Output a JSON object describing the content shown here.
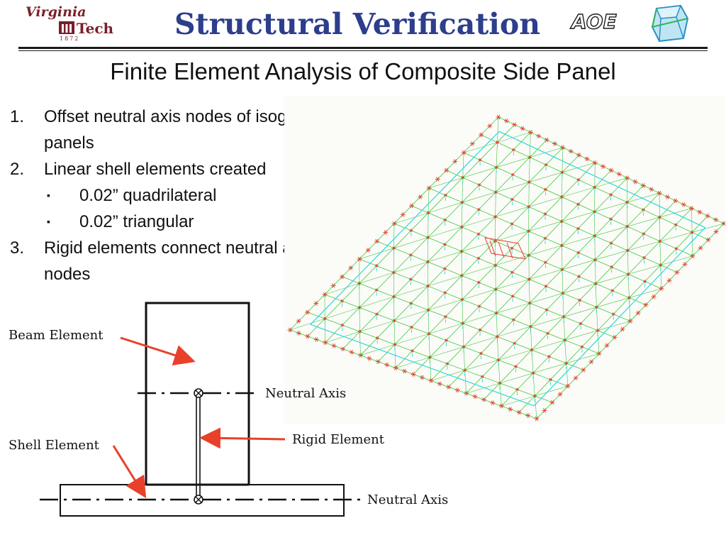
{
  "header": {
    "logo_line1": "Virginia",
    "logo_line2": "Tech",
    "logo_year": "1872",
    "title": "Structural Verification",
    "dept_logo_text": "AOE"
  },
  "subtitle": "Finite Element Analysis of Composite Side Panel",
  "list": {
    "items": [
      {
        "num": "1.",
        "text": "Offset neutral axis nodes of isogrid panels"
      },
      {
        "num": "2.",
        "text": "Linear shell elements created"
      },
      {
        "num": "3.",
        "text": "Rigid elements connect neutral axis nodes"
      }
    ],
    "subitems": [
      {
        "bullet": "▪",
        "text": "0.02” quadrilateral"
      },
      {
        "bullet": "▪",
        "text": "0.02” triangular"
      }
    ]
  },
  "diagram": {
    "labels": {
      "beam_element": "Beam Element",
      "neutral_axis_top": "Neutral Axis",
      "rigid_element": "Rigid Element",
      "shell_element": "Shell Element",
      "neutral_axis_bottom": "Neutral Axis"
    },
    "colors": {
      "arrow": "#e8402a",
      "lines": "#111111"
    }
  },
  "fem_colors": {
    "mesh": "#3ec93e",
    "nodes": "#e83b2a",
    "markers": "#2fd6e0"
  },
  "title_color": "#2c3e8c",
  "logo_color": "#7a1f2b"
}
